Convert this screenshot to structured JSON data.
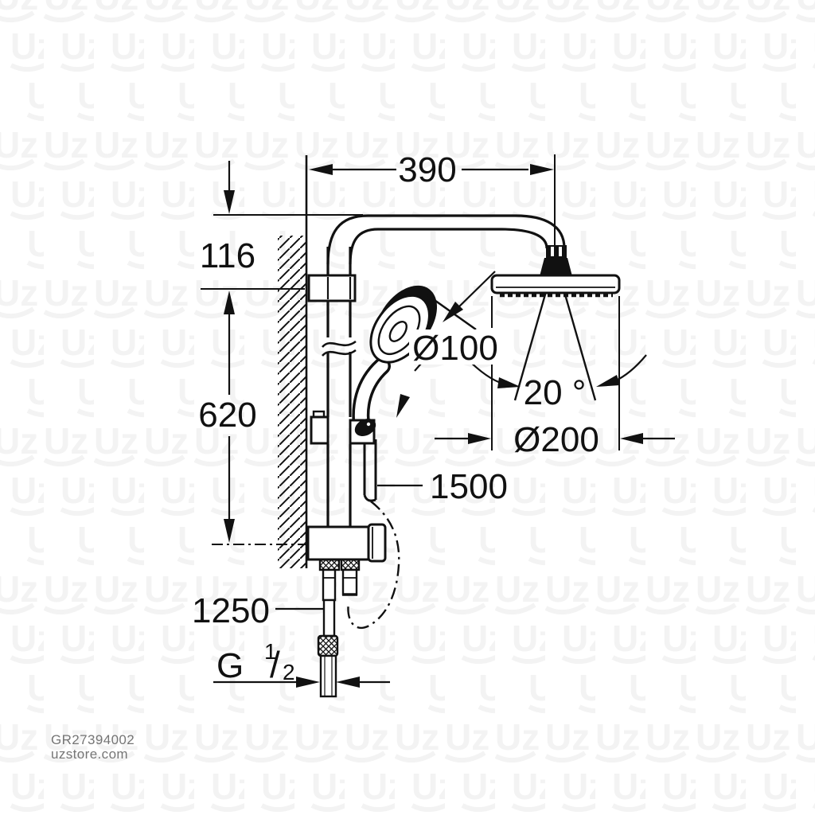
{
  "product": {
    "code": "GR27394002",
    "store": "uzstore.com"
  },
  "watermark": {
    "tile_text": "Uz"
  },
  "colors": {
    "line": "#111111",
    "watermark": "#f3f3f3",
    "footer_text": "#757575",
    "background": "#ffffff"
  },
  "diagram": {
    "type": "technical-dimension-drawing",
    "subject": "shower system with head shower, hand shower, shower rail and diverter",
    "dimensions": {
      "arm_projection": "390",
      "arm_to_bracket": "116",
      "rail_section": "620",
      "supply_height": "1250",
      "hose_length": "1500",
      "hand_shower_diameter": "Ø100",
      "spray_angle": "20 °",
      "head_shower_diameter": "Ø200",
      "thread_letter": "G",
      "thread_numerator": "1",
      "thread_slash": "/",
      "thread_denominator": "2"
    }
  }
}
